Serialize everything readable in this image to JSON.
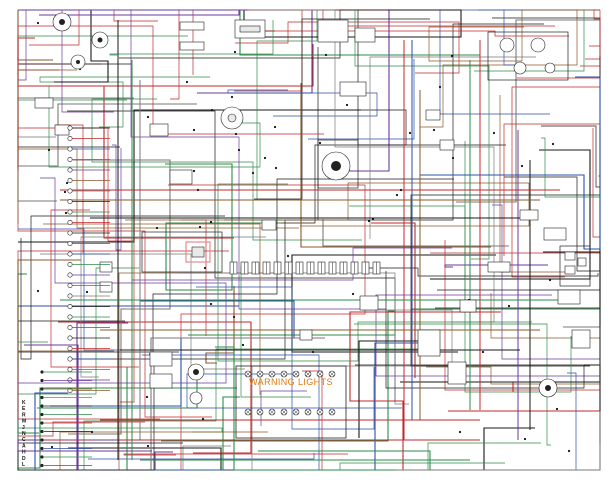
{
  "diagram": {
    "warning_panel_label": "WARNING LIGHTS",
    "connector_codes": [
      "K",
      "E",
      "R",
      "M",
      "J",
      "N",
      "C",
      "A",
      "H",
      "D",
      "L"
    ],
    "colors": {
      "wire_black": "#1a1a1a",
      "wire_red": "#c0282d",
      "wire_blue": "#2b4fa8",
      "wire_green": "#2e8b4a",
      "wire_purple": "#6a3a9a",
      "wire_brown": "#8a5a2b",
      "wire_orange": "#e08a1e",
      "wire_grey": "#7a7a7a",
      "warning_text": "#e07a10",
      "highlight_box": "#e88a8a"
    }
  }
}
